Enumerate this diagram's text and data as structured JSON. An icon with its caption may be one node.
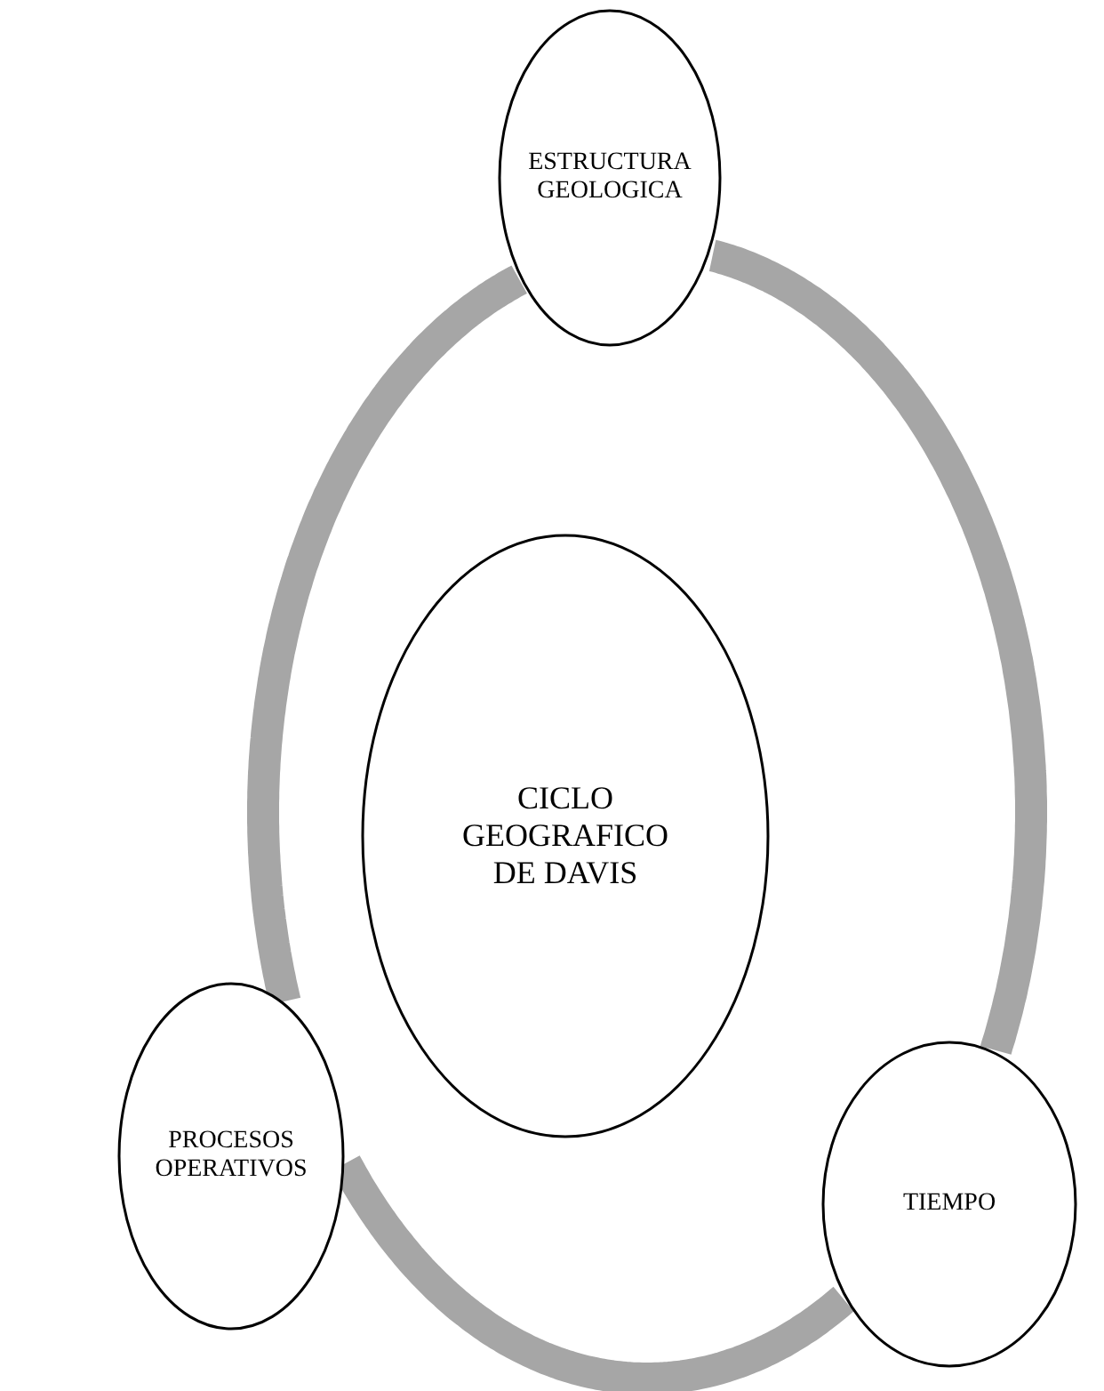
{
  "diagram": {
    "nodes": [
      {
        "text": [
          "ESTRUCTURA GEOLOGICA"
        ]
      },
      {
        "text": [
          "CICLO GEOGRAFICO DE DAVIS"
        ]
      },
      {
        "text": [
          "PROCESOS OPERATIVOS"
        ]
      },
      {
        "text": [
          "TIEMPO"
        ]
      }
    ],
    "edges": [
      {
        "from": 0,
        "to": 2,
        "arrow": "none"
      },
      {
        "from": 2,
        "to": 3,
        "arrow": "none"
      },
      {
        "from": 3,
        "to": 0,
        "arrow": "none"
      }
    ]
  }
}
